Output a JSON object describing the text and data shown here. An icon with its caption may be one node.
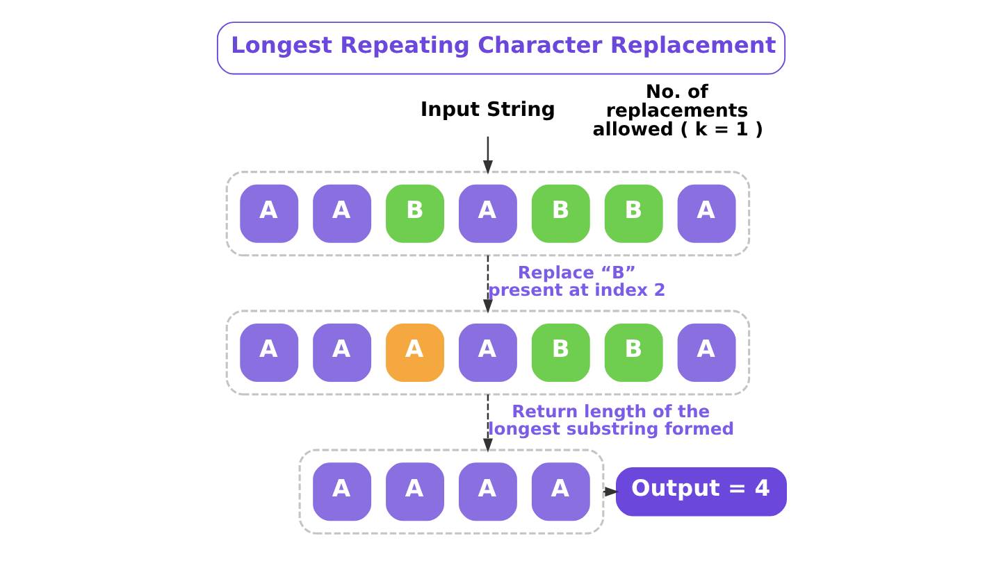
{
  "diagram": {
    "title": "Longest Repeating Character Replacement",
    "nodes": [
      {
        "text": [],
        "shape": "box"
      },
      {
        "text": [
          "A"
        ],
        "in": 0
      },
      {
        "text": [
          "A"
        ],
        "in": 0
      },
      {
        "text": [
          "B"
        ],
        "in": 0
      },
      {
        "text": [
          "A"
        ],
        "in": 0
      },
      {
        "text": [
          "B"
        ],
        "in": 0
      },
      {
        "text": [
          "B"
        ],
        "in": 0
      },
      {
        "text": [
          "A"
        ],
        "in": 0
      },
      {
        "text": [
          "Input String"
        ]
      },
      {
        "text": [],
        "shape": "box"
      },
      {
        "text": [
          "A"
        ],
        "in": 9
      },
      {
        "text": [
          "A"
        ],
        "in": 9
      },
      {
        "text": [
          "A"
        ],
        "in": 9
      },
      {
        "text": [
          "A"
        ],
        "in": 9
      },
      {
        "text": [
          "B"
        ],
        "in": 9
      },
      {
        "text": [
          "B"
        ],
        "in": 9
      },
      {
        "text": [
          "A"
        ],
        "in": 9
      },
      {
        "text": [],
        "shape": "box"
      },
      {
        "text": [
          "A"
        ],
        "in": 17
      },
      {
        "text": [
          "A"
        ],
        "in": 17
      },
      {
        "text": [
          "A"
        ],
        "in": 17
      },
      {
        "text": [
          "A"
        ],
        "in": 17
      },
      {
        "text": [
          "Output = 4"
        ]
      }
    ],
    "edges": [
      {
        "from": 8,
        "to": 0,
        "arrow": "to"
      },
      {
        "from": 0,
        "to": 9,
        "arrow": "to",
        "label": "Replace “B” present at index 2",
        "style": "dashed"
      },
      {
        "from": 9,
        "to": 17,
        "arrow": "to",
        "label": "Return length of the longest substring formed",
        "style": "dashed"
      },
      {
        "from": 17,
        "to": 22,
        "arrow": "to"
      }
    ],
    "labels": [
      "No. of replacements allowed ( k = 1 )"
    ]
  }
}
